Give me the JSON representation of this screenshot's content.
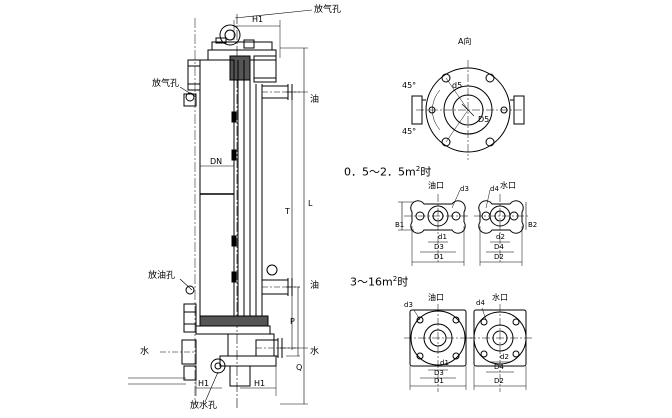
{
  "labels": {
    "vent_hole_top": "放气孔",
    "vent_hole_left": "放气孔",
    "oil_drain_hole": "放油孔",
    "water_drain_hole": "放水孔",
    "oil_top": "油",
    "oil_bottom": "油",
    "water_left": "水",
    "water_right": "水",
    "a_view": "A向",
    "range_small": "0．5～2．5m",
    "range_small_sup": "2",
    "range_small_unit": "时",
    "range_large": "3～16m",
    "range_large_sup": "2",
    "range_large_unit": "时",
    "oil_port_1": "油口",
    "water_port_1": "水口",
    "oil_port_2": "油口",
    "water_port_2": "水口"
  },
  "dims": {
    "H1_top": "H1",
    "H1_bottom_left": "H1",
    "H1_bottom_right": "H1",
    "DN": "DN",
    "L": "L",
    "T": "T",
    "P": "P",
    "Q": "Q",
    "ang_top": "45°",
    "ang_bottom": "45°",
    "d5": "d5",
    "D5": "D5",
    "d3_a": "d3",
    "d4_a": "d4",
    "B1": "B1",
    "B2": "B2",
    "d1_a": "d1",
    "d2_a": "d2",
    "D3_a": "D3",
    "D4_a": "D4",
    "D1_a": "D1",
    "D2_a": "D2",
    "d3_b": "d3",
    "d4_b": "d4",
    "d1_b": "d1",
    "d2_b": "d2",
    "D3_b": "D3",
    "D4_b": "D4",
    "D1_b": "D1",
    "D2_b": "D2"
  }
}
